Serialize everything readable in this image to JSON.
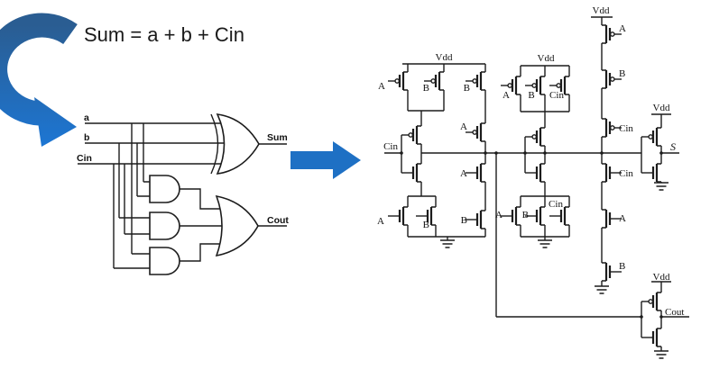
{
  "title": "Sum = a + b + Cin",
  "logic_diagram": {
    "inputs": {
      "a": "a",
      "b": "b",
      "cin": "Cin"
    },
    "outputs": {
      "sum": "Sum",
      "cout": "Cout"
    }
  },
  "cmos": {
    "vdd": "Vdd",
    "input": "Cin",
    "labels": {
      "a": "A",
      "b": "B",
      "cin": "Cin"
    },
    "outputs": {
      "s": "S",
      "cout": "Cout"
    }
  },
  "colors": {
    "curved_arrow_top": "#2a5d92",
    "curved_arrow_bottom": "#1c77d6",
    "straight_arrow": "#1e70c4",
    "wire": "#1c1c1c"
  }
}
